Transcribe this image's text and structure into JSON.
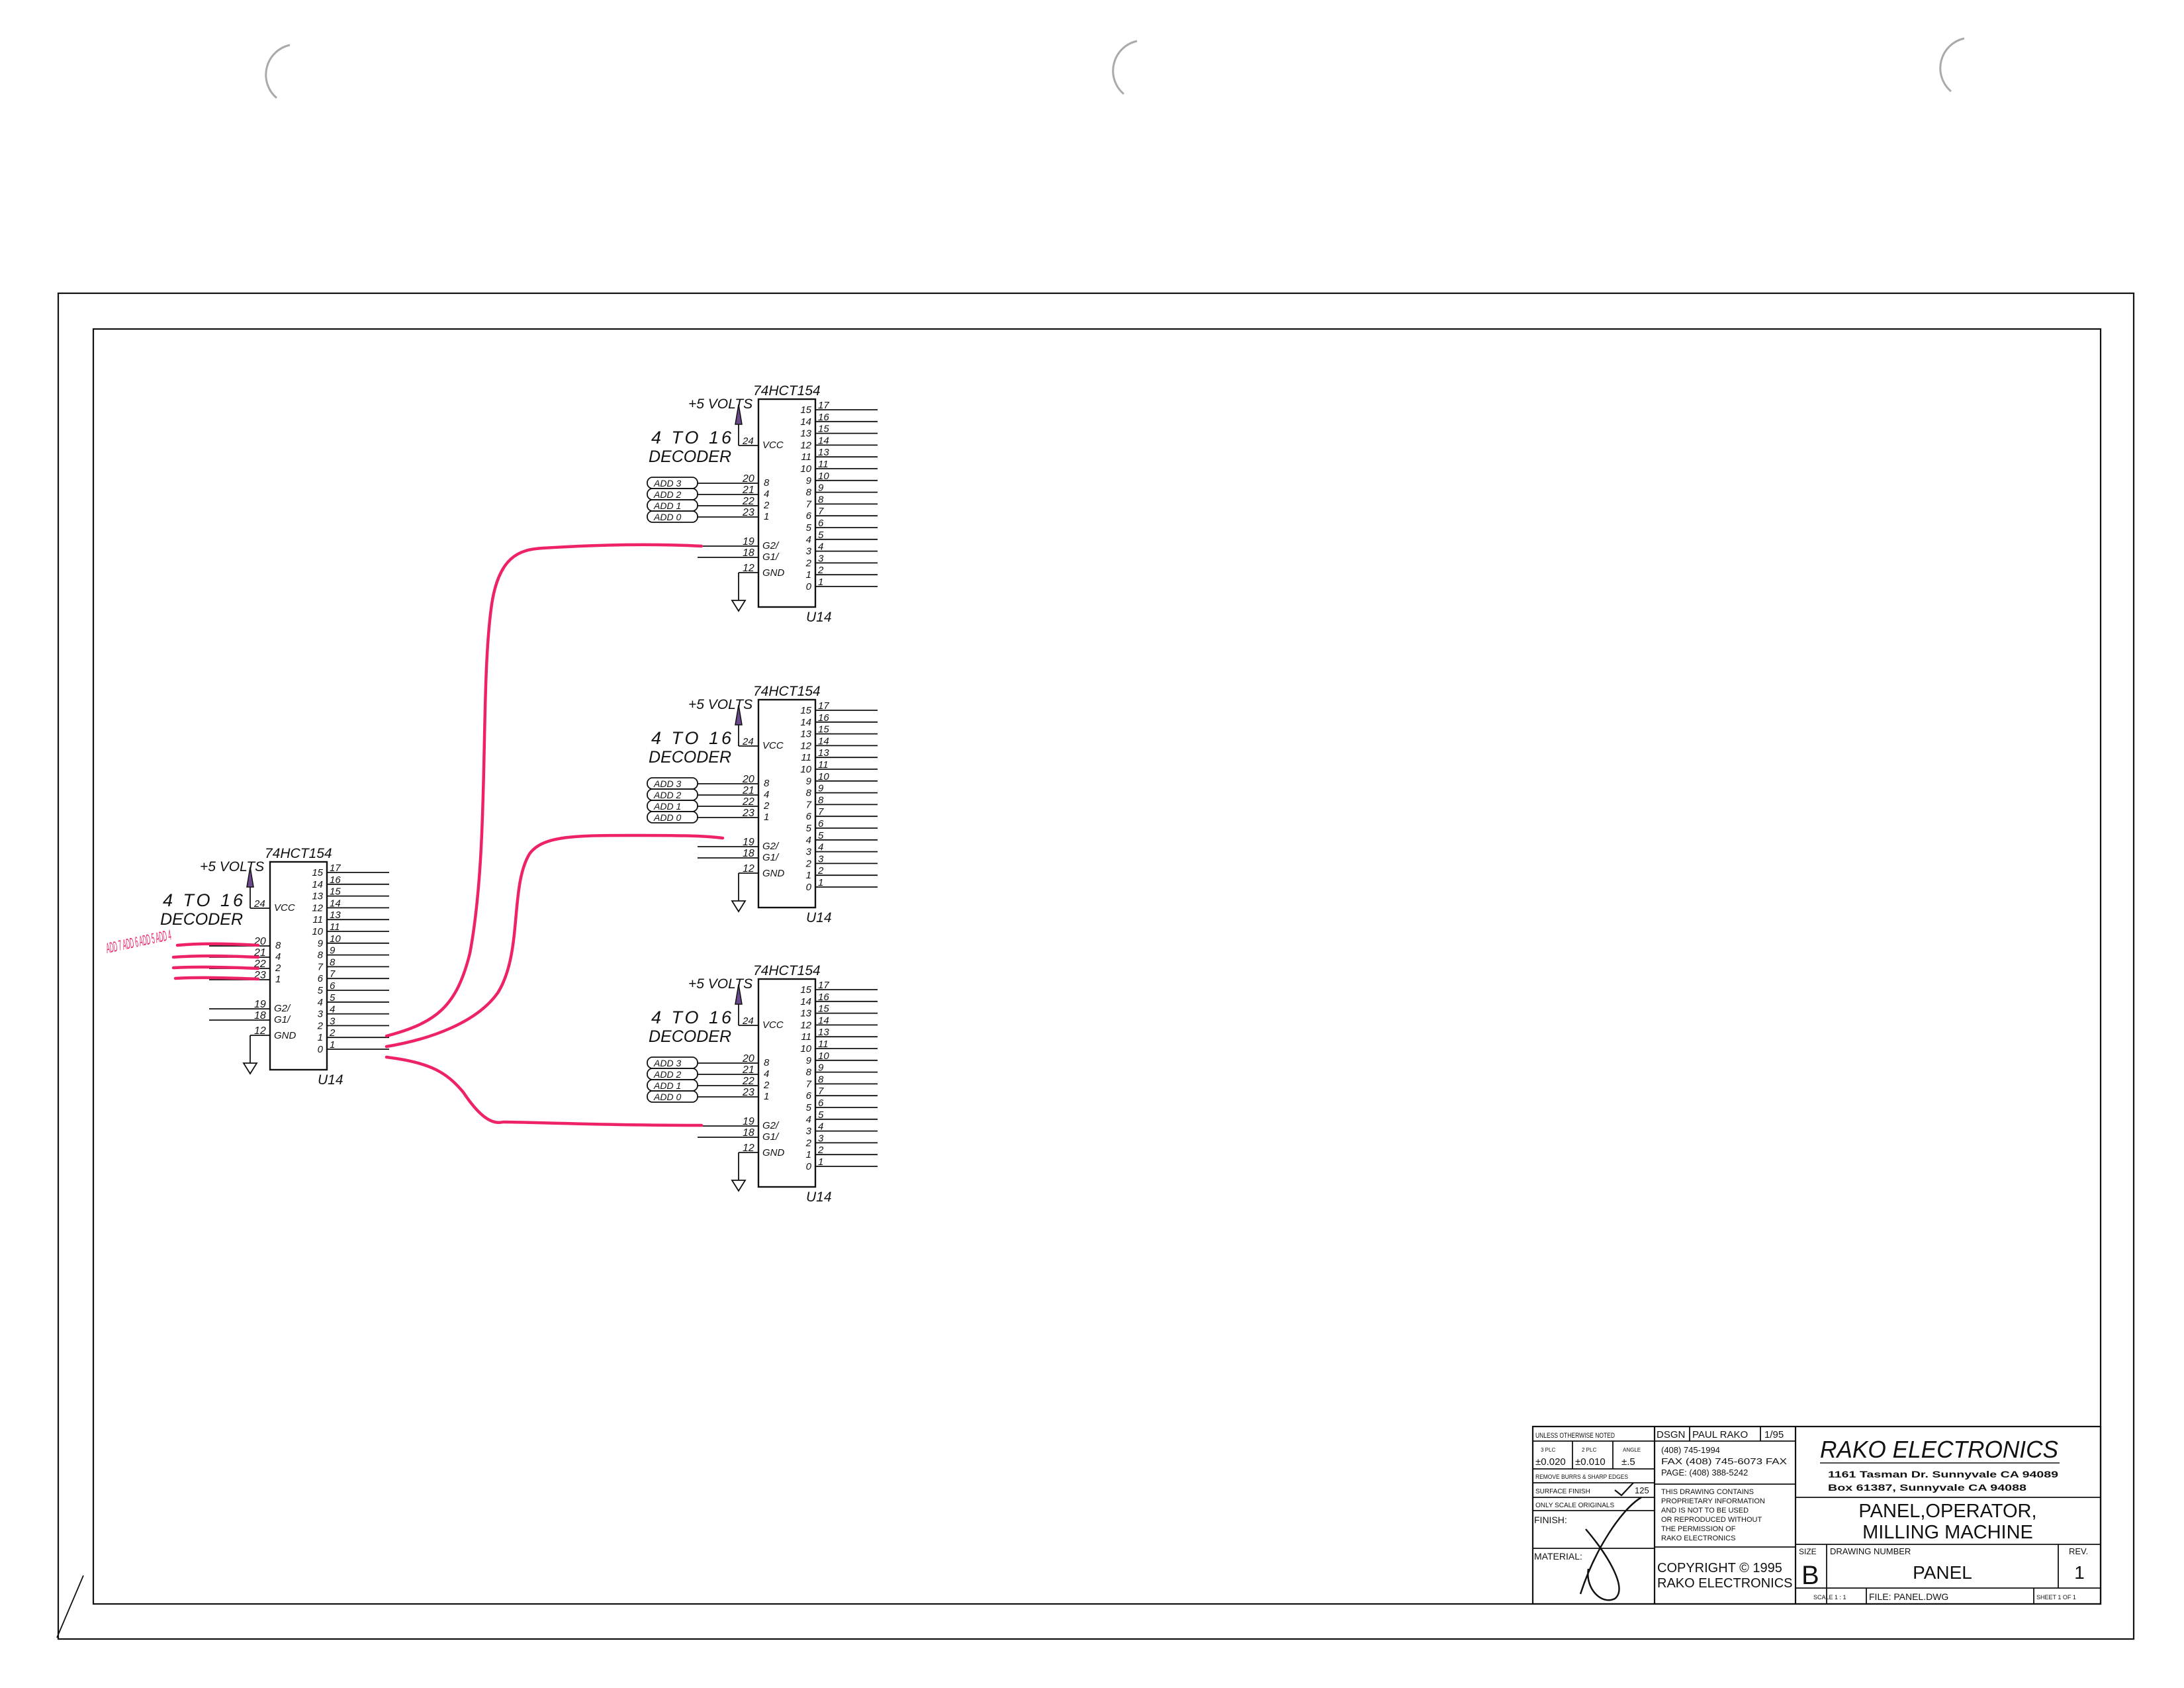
{
  "decoder": {
    "part": "74HCT154",
    "ref": "U14",
    "supply": "+5 VOLTS",
    "title_line1": "4 TO 16",
    "title_line2": "DECODER",
    "vcc_pin": "24",
    "vcc_label": "VCC",
    "gnd_pin": "12",
    "gnd_label": "GND",
    "addr_pins": [
      "20",
      "21",
      "22",
      "23"
    ],
    "addr_labels": [
      "8",
      "4",
      "2",
      "1"
    ],
    "enable_pins": [
      "19",
      "18"
    ],
    "enable_labels": [
      "G2/",
      "G1/"
    ],
    "output_nums": [
      "15",
      "14",
      "13",
      "12",
      "11",
      "10",
      "9",
      "8",
      "7",
      "6",
      "5",
      "4",
      "3",
      "2",
      "1",
      "0"
    ],
    "output_pins": [
      "17",
      "16",
      "15",
      "14",
      "13",
      "11",
      "10",
      "9",
      "8",
      "7",
      "6",
      "5",
      "4",
      "3",
      "2",
      "1"
    ],
    "addr_nets": [
      "ADD 3",
      "ADD 2",
      "ADD 1",
      "ADD 0"
    ]
  },
  "annotation": {
    "handwritten_red": "ADD 7 ADD 6 ADD 5 ADD 4"
  },
  "title_block": {
    "tolerance_header": "UNLESS OTHERWISE NOTED",
    "tol_3plc_label": "3 PLC",
    "tol_3plc": "±0.020",
    "tol_2plc_label": "2 PLC",
    "tol_2plc": "±0.010",
    "tol_angle_label": "ANGLE",
    "tol_angle": "±.5",
    "burrs": "REMOVE BURRS & SHARP EDGES",
    "surface_finish_label": "SURFACE FINISH",
    "surface_finish_value": "125",
    "scale_note": "ONLY SCALE ORIGINALS",
    "finish_label": "FINISH:",
    "material_label": "MATERIAL:",
    "dsgn_label": "DSGN",
    "designer": "PAUL RAKO",
    "date": "1/95",
    "phone": "(408) 745-1994",
    "fax": "FAX (408) 745-6073 FAX",
    "page": "PAGE: (408) 388-5242",
    "proprietary": [
      "THIS DRAWING CONTAINS",
      "PROPRIETARY INFORMATION",
      "AND IS NOT TO BE USED",
      "OR REPRODUCED WITHOUT",
      "THE PERMISSION OF",
      "RAKO ELECTRONICS"
    ],
    "copyright": "COPYRIGHT © 1995",
    "copyright_holder": "RAKO ELECTRONICS",
    "company": "RAKO ELECTRONICS",
    "address1": "1161 Tasman Dr. Sunnyvale CA 94089",
    "address2": "Box 61387, Sunnyvale CA 94088",
    "title_line1": "PANEL,OPERATOR,",
    "title_line2": "MILLING MACHINE",
    "size_label": "SIZE",
    "size": "B",
    "drawing_number_label": "DRAWING NUMBER",
    "drawing_number": "PANEL",
    "rev_label": "REV.",
    "rev": "1",
    "scale": "SCALE 1 : 1",
    "file": "FILE: PANEL.DWG",
    "sheet": "SHEET 1 OF 1"
  }
}
